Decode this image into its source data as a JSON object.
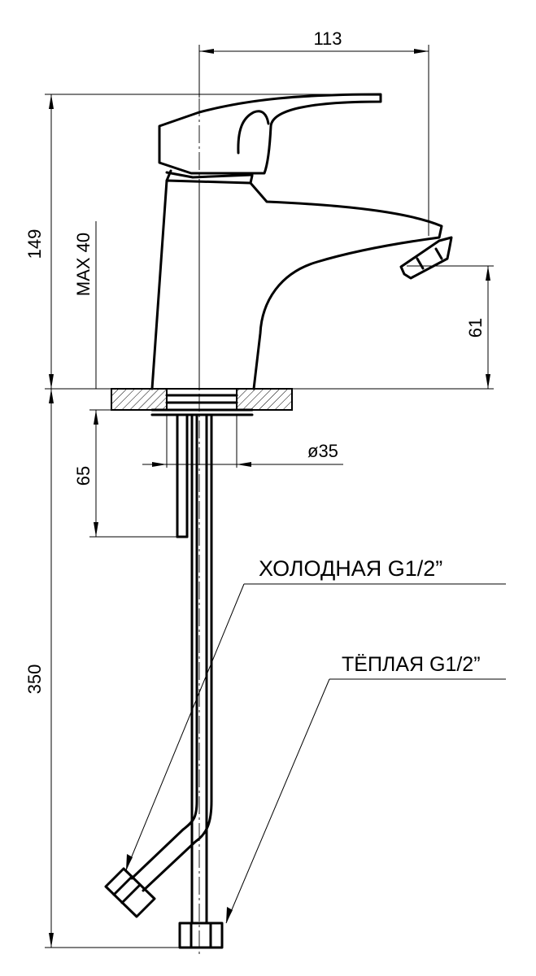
{
  "dimensions": {
    "width_113": "113",
    "height_149": "149",
    "max_40": "MAX 40",
    "spout_height_61": "61",
    "thread_65": "65",
    "diameter_35": "ø35",
    "hose_350": "350"
  },
  "labels": {
    "cold": "ХОЛОДНАЯ G1/2”",
    "warm": "ТЁПЛАЯ G1/2”"
  }
}
